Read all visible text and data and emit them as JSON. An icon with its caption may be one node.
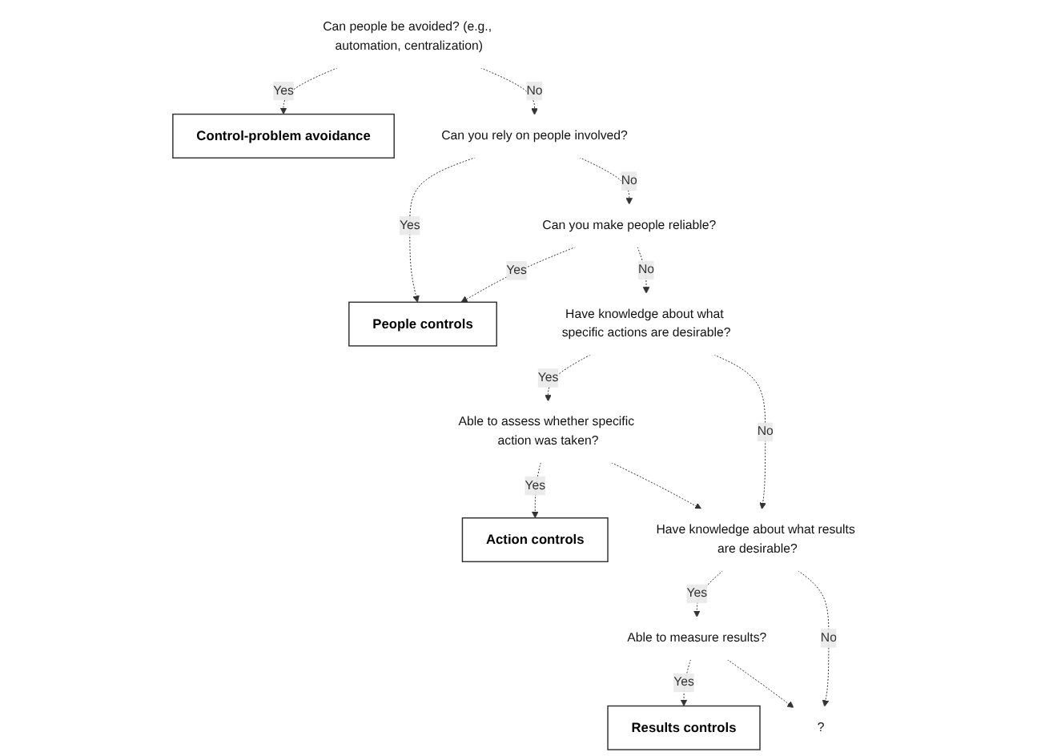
{
  "diagram": {
    "nodes": [
      {
        "text": [
          "Can people be avoided? (e.g., automation, centralization)"
        ]
      },
      {
        "text": [
          "Control-problem avoidance"
        ]
      },
      {
        "text": [
          "Can you rely on people involved?"
        ]
      },
      {
        "text": [
          "People controls"
        ]
      },
      {
        "text": [
          "Can you make people reliable?"
        ]
      },
      {
        "text": [
          "Have knowledge about what specific actions are desirable?"
        ]
      },
      {
        "text": [
          "Able to assess whether specific action was taken?"
        ]
      },
      {
        "text": [
          "Action controls"
        ]
      },
      {
        "text": [
          "Have knowledge about what results are desirable?"
        ]
      },
      {
        "text": [
          "Able to measure results?"
        ]
      },
      {
        "text": [
          "Results controls"
        ]
      },
      {
        "text": [
          "?"
        ]
      }
    ],
    "edges": [
      {
        "from": 0,
        "to": 1,
        "label": "Yes",
        "arrow": "to",
        "style": "dashed"
      },
      {
        "from": 0,
        "to": 2,
        "label": "No",
        "arrow": "to",
        "style": "dashed"
      },
      {
        "from": 2,
        "to": 3,
        "label": "Yes",
        "arrow": "to",
        "style": "dashed"
      },
      {
        "from": 2,
        "to": 4,
        "label": "No",
        "arrow": "to",
        "style": "dashed"
      },
      {
        "from": 4,
        "to": 3,
        "label": "Yes",
        "arrow": "to",
        "style": "dashed"
      },
      {
        "from": 4,
        "to": 5,
        "label": "No",
        "arrow": "to",
        "style": "dashed"
      },
      {
        "from": 5,
        "to": 6,
        "label": "Yes",
        "arrow": "to",
        "style": "dashed"
      },
      {
        "from": 6,
        "to": 7,
        "label": "Yes",
        "arrow": "to",
        "style": "dashed"
      },
      {
        "from": 5,
        "to": 8,
        "label": "No",
        "arrow": "to",
        "style": "dashed"
      },
      {
        "from": 6,
        "to": 8,
        "arrow": "to",
        "style": "dashed"
      },
      {
        "from": 8,
        "to": 9,
        "label": "Yes",
        "arrow": "to",
        "style": "dashed"
      },
      {
        "from": 9,
        "to": 10,
        "label": "Yes",
        "arrow": "to",
        "style": "dashed"
      },
      {
        "from": 8,
        "to": 11,
        "label": "No",
        "arrow": "to",
        "style": "dashed"
      },
      {
        "from": 9,
        "to": 11,
        "arrow": "to",
        "style": "dashed"
      }
    ]
  }
}
